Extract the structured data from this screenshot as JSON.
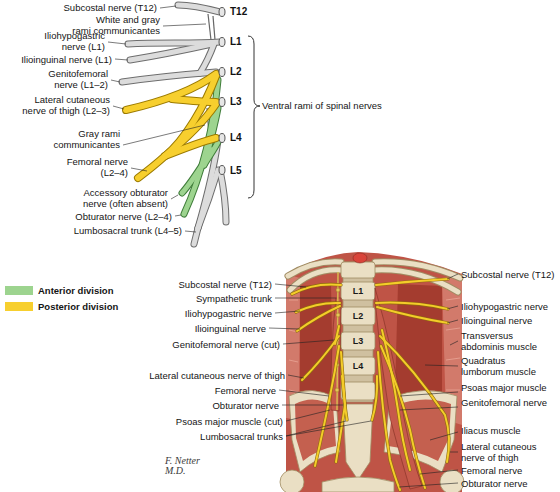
{
  "diagram": {
    "labels": [
      "Subcostal nerve (T12)",
      "White and gray rami communicantes",
      "Iliohypogastric nerve (L1)",
      "Ilioinguinal nerve (L1)",
      "Genitofemoral nerve (L1–2)",
      "Lateral cutaneous nerve of thigh (L2–3)",
      "Gray rami communicantes",
      "Femoral nerve (L2–4)",
      "Accessory obturator nerve (often absent)",
      "Obturator nerve (L2–4)",
      "Lumbosacral trunk (L4–5)",
      "T12",
      "L1",
      "L2",
      "L3",
      "L4",
      "L5",
      "Ventral rami of spinal nerves",
      "Subcostal nerve (T12)",
      "Sympathetic trunk",
      "Iliohypogastric nerve",
      "Ilioinguinal nerve",
      "Genitofemoral nerve (cut)",
      "Lateral cutaneous nerve of thigh",
      "Femoral nerve",
      "Obturator nerve",
      "Psoas major muscle (cut)",
      "Lumbosacral trunks",
      "Subcostal nerve (T12)",
      "Iliohypogastric nerve",
      "Ilioinguinal nerve",
      "Transversus abdominis muscle",
      "Quadratus lumborum muscle",
      "Psoas major muscle",
      "Genitofemoral nerve",
      "Iliacus muscle",
      "Lateral cutaneous nerve of thigh",
      "Femoral nerve",
      "Obturator nerve",
      "L1",
      "L2",
      "L3",
      "L4",
      "F. Netter M.D."
    ],
    "legend": [
      {
        "text": "Anterior division",
        "color": "#9dd48f"
      },
      {
        "text": "Posterior division",
        "color": "#f7cf2e"
      }
    ]
  }
}
